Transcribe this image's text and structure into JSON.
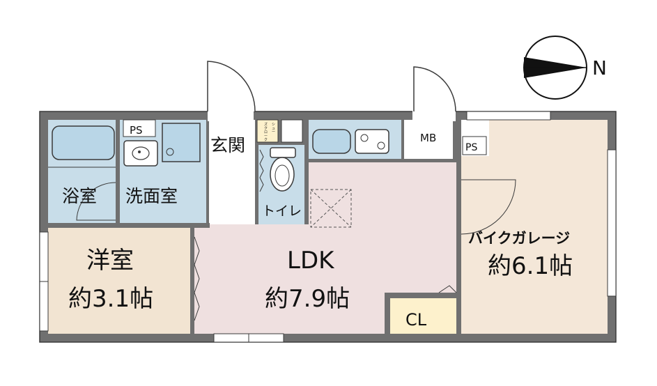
{
  "colors": {
    "wall": "#707070",
    "wall_stroke": "#3a3a3a",
    "wet_area": "#c8dde9",
    "fixture": "#b9d6e7",
    "ldk_floor": "#efe0e0",
    "western_room_floor": "#f2e4d2",
    "closet_floor": "#fdf1cc",
    "garage_floor": "#f4e7d8",
    "white_area": "#ffffff"
  },
  "compass": {
    "label": "N",
    "icon": "north-arrow-icon"
  },
  "rooms": {
    "bath": {
      "label": "浴室"
    },
    "washroom": {
      "label": "洗面室"
    },
    "entrance": {
      "label": "玄関"
    },
    "shoe_closet": {
      "label": "シューズクローク"
    },
    "toilet": {
      "label": "トイレ"
    },
    "ldk": {
      "name": "LDK",
      "size": "約7.9帖"
    },
    "western_room": {
      "name": "洋室",
      "size": "約3.1帖"
    },
    "closet": {
      "label": "CL"
    },
    "garage": {
      "name": "バイクガレージ",
      "size": "約6.1帖"
    },
    "meter_box": {
      "label": "MB"
    },
    "pipe_space_1": {
      "label": "PS"
    },
    "pipe_space_2": {
      "label": "PS"
    }
  }
}
